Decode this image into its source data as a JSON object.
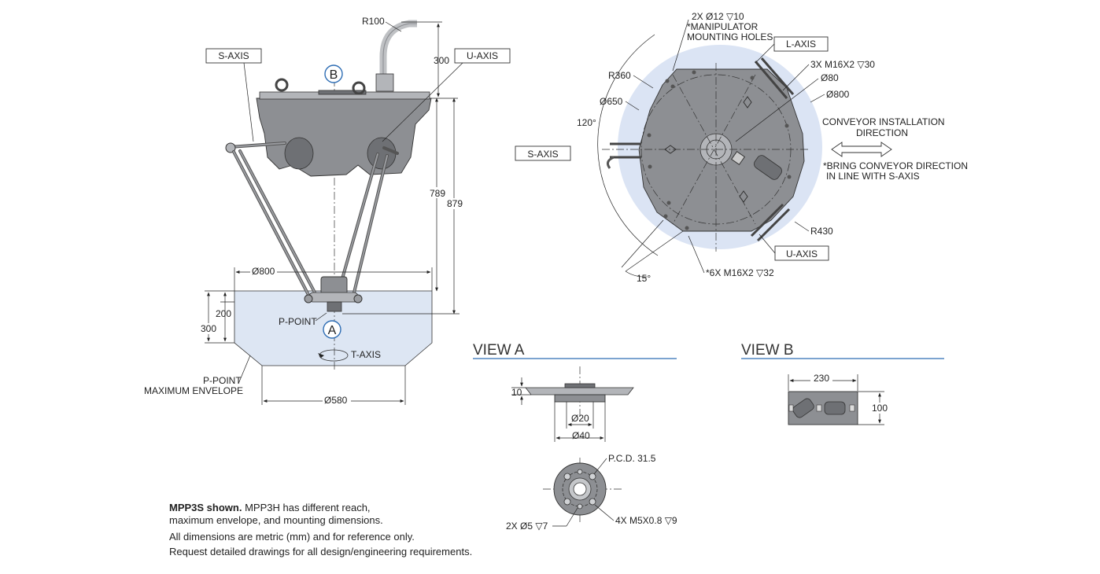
{
  "side_view": {
    "top_label_b": "B",
    "bottom_label_a": "A",
    "s_axis_box": "S-AXIS",
    "u_axis_box": "U-AXIS",
    "r100": "R100",
    "dim_300_top": "300",
    "dim_789": "789",
    "dim_879": "879",
    "dim_d800": "Ø800",
    "dim_200": "200",
    "dim_300_left": "300",
    "p_point": "P-POINT",
    "t_axis": "T-AXIS",
    "p_point_envelope_1": "P-POINT",
    "p_point_envelope_2": "MAXIMUM ENVELOPE",
    "dim_d580": "Ø580"
  },
  "view_b_top": {
    "holes_line1": "2X Ø12  ▽10",
    "holes_line2": "*MANIPULATOR",
    "holes_line3": "MOUNTING HOLES",
    "l_axis_box": "L-AXIS",
    "s_axis_box": "S-AXIS",
    "u_axis_box": "U-AXIS",
    "m16_3x": "3X M16X2 ▽30",
    "d80": "Ø80",
    "d800": "Ø800",
    "r360": "R360",
    "d650": "Ø650",
    "angle_120": "120°",
    "conveyor_1": "CONVEYOR INSTALLATION",
    "conveyor_2": "DIRECTION",
    "bring_1": "*BRING CONVEYOR DIRECTION",
    "bring_2": "IN LINE WITH S-AXIS",
    "r430": "R430",
    "m16_6x": "*6X M16X2 ▽32",
    "angle_15": "15°"
  },
  "view_a": {
    "title": "VIEW A",
    "dim_10": "10",
    "dim_d20": "Ø20",
    "dim_d40": "Ø40",
    "pcd": "P.C.D. 31.5",
    "holes_2x": "2X Ø5  ▽7",
    "holes_4x": "4X M5X0.8 ▽9"
  },
  "view_b": {
    "title": "VIEW B",
    "dim_230": "230",
    "dim_100": "100"
  },
  "notes": {
    "bold": "MPP3S shown.",
    "line1_rest": " MPP3H has different reach,",
    "line2": "maximum envelope, and mounting dimensions.",
    "line3": "All dimensions are metric (mm) and for reference only.",
    "line4": "Request detailed drawings for all design/engineering requirements."
  },
  "colors": {
    "envelope_fill": "#dde6f3",
    "circle_halo": "#dbe4f4",
    "accent_blue": "#2e6db4",
    "body_gray": "#8d8f93"
  }
}
